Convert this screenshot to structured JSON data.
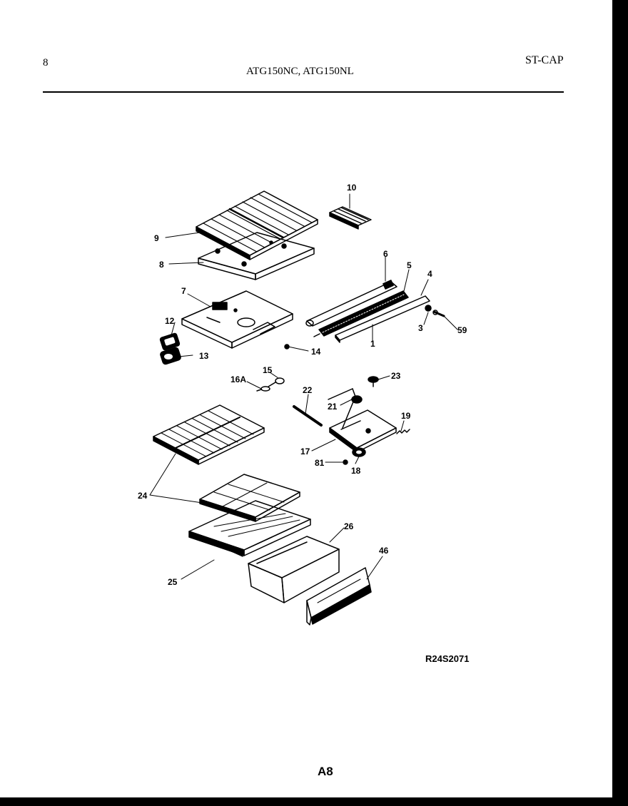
{
  "header": {
    "page_number": "8",
    "models": "ATG150NC, ATG150NL",
    "catalog_code": "ST-CAP"
  },
  "diagram": {
    "part_labels": {
      "p10": "10",
      "p9": "9",
      "p8": "8",
      "p6": "6",
      "p5": "5",
      "p4": "4",
      "p7": "7",
      "p12": "12",
      "p13": "13",
      "p14": "14",
      "p1": "1",
      "p3": "3",
      "p59": "59",
      "p15": "15",
      "p16a": "16A",
      "p22": "22",
      "p23": "23",
      "p21": "21",
      "p19": "19",
      "p17": "17",
      "p81": "81",
      "p18": "18",
      "p24": "24",
      "p26": "26",
      "p46": "46",
      "p25": "25"
    },
    "drawing_code": "R24S2071"
  },
  "footer": {
    "sheet_id": "A8"
  }
}
